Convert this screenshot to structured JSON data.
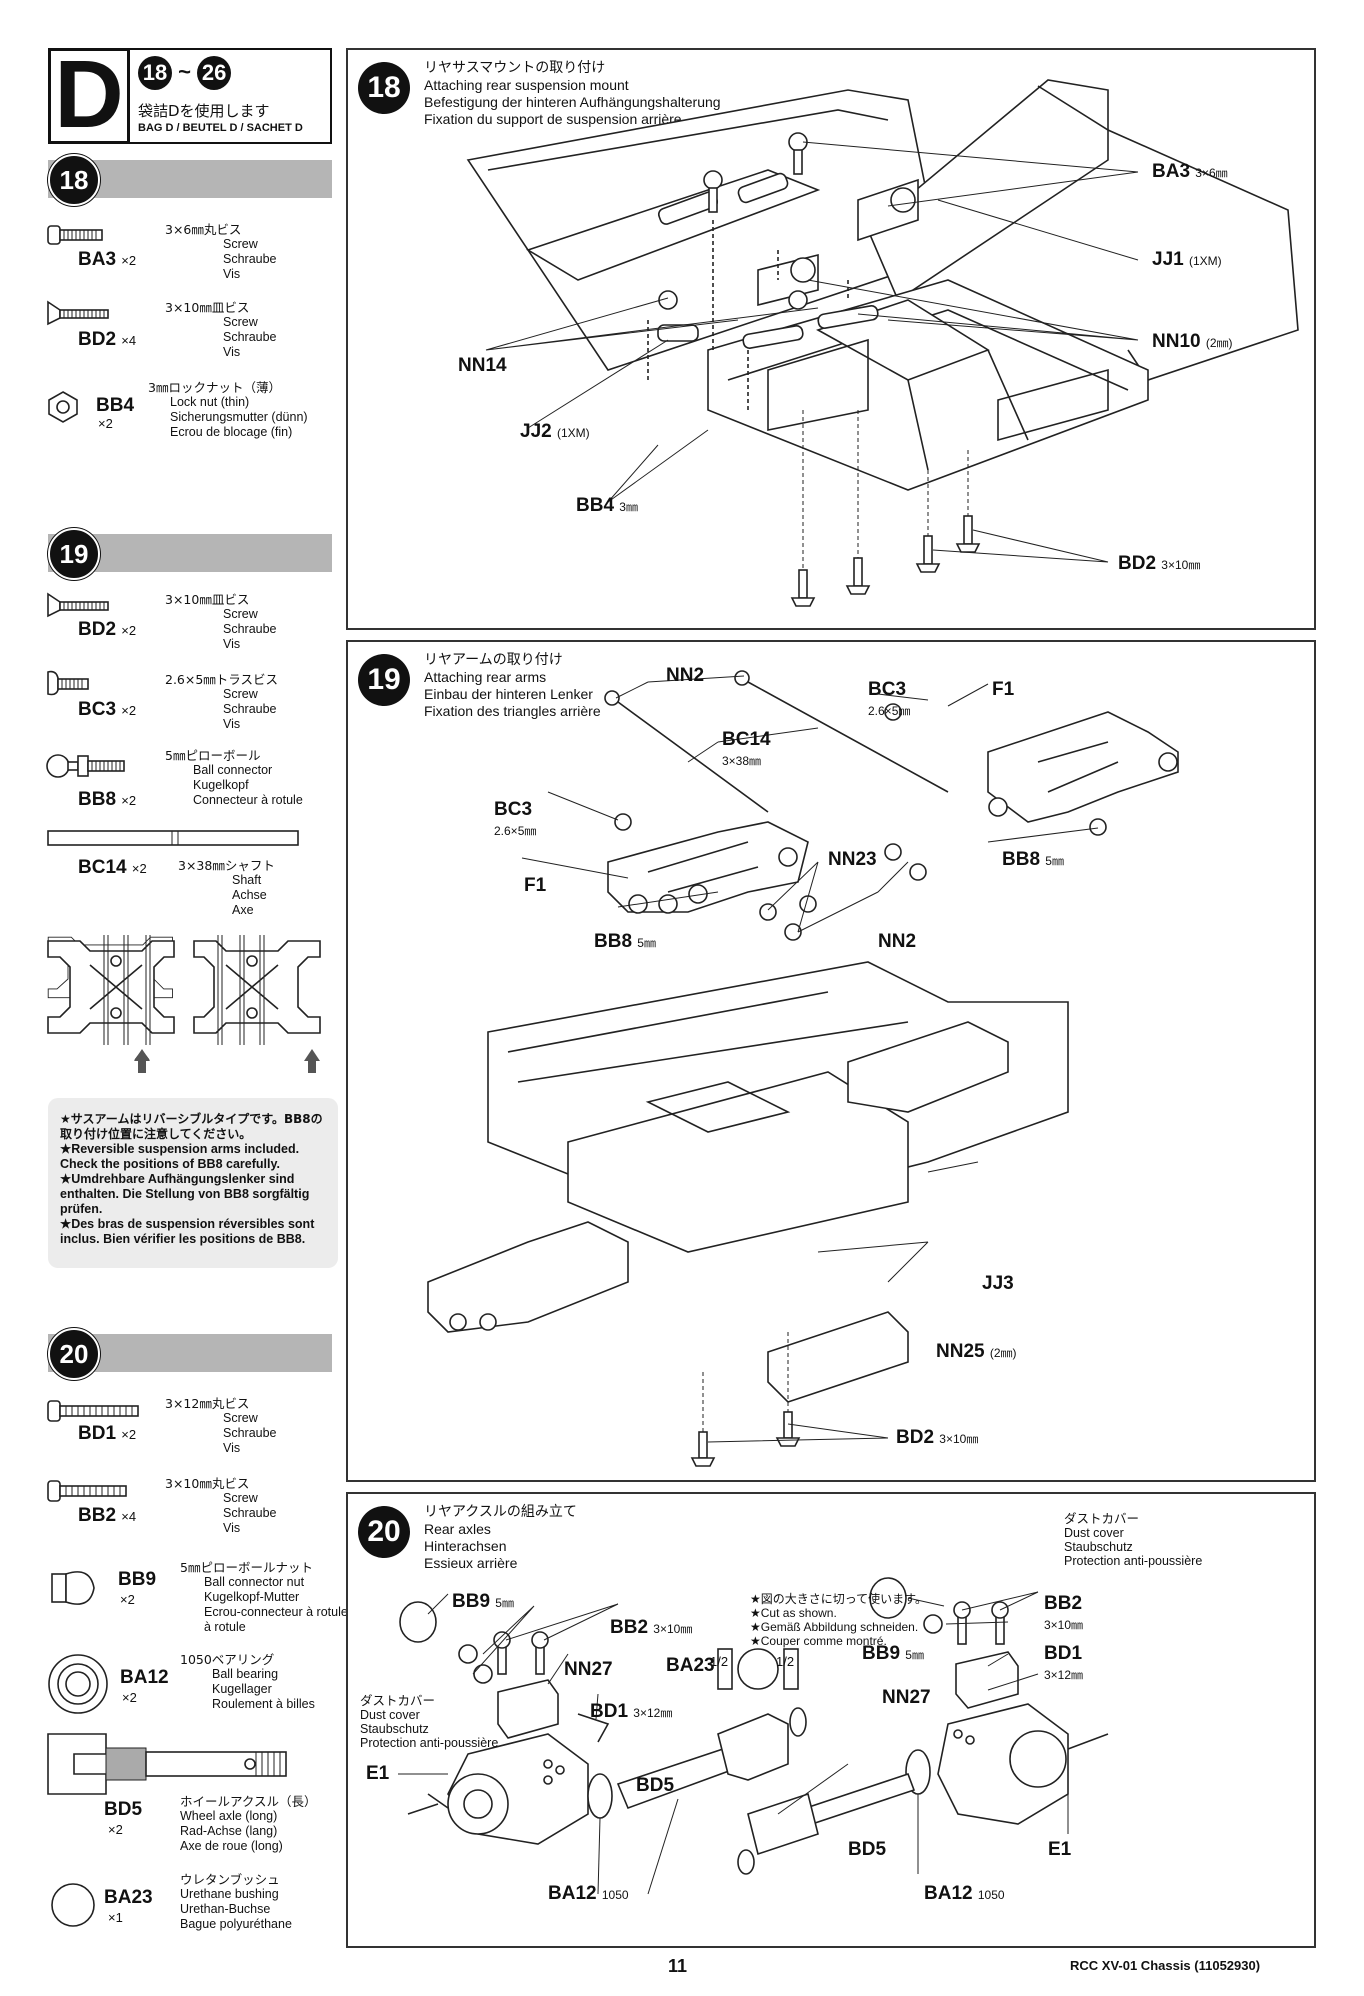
{
  "header": {
    "letter": "D",
    "step_from": "18",
    "step_to": "26",
    "tilde": "~",
    "bag_jp": "袋詰Dを使用します",
    "bag_en": "BAG D / BEUTEL D / SACHET D"
  },
  "sidebar": {
    "step18": {
      "number": "18",
      "parts": [
        {
          "code": "BA3",
          "qty": "×2",
          "size": "3×6㎜丸ビス",
          "en": "Screw",
          "de": "Schraube",
          "fr": "Vis"
        },
        {
          "code": "BD2",
          "qty": "×4",
          "size": "3×10㎜皿ビス",
          "en": "Screw",
          "de": "Schraube",
          "fr": "Vis"
        },
        {
          "code": "BB4",
          "qty": "×2",
          "size": "3㎜ロックナット（薄）",
          "en": "Lock nut (thin)",
          "de": "Sicherungsmutter (dünn)",
          "fr": "Ecrou de blocage (fin)"
        }
      ]
    },
    "step19": {
      "number": "19",
      "parts": [
        {
          "code": "BD2",
          "qty": "×2",
          "size": "3×10㎜皿ビス",
          "en": "Screw",
          "de": "Schraube",
          "fr": "Vis"
        },
        {
          "code": "BC3",
          "qty": "×2",
          "size": "2.6×5㎜トラスビス",
          "en": "Screw",
          "de": "Schraube",
          "fr": "Vis"
        },
        {
          "code": "BB8",
          "qty": "×2",
          "size": "5㎜ピローボール",
          "en": "Ball connector",
          "de": "Kugelkopf",
          "fr": "Connecteur à rotule"
        },
        {
          "code": "BC14",
          "qty": "×2",
          "size": "3×38㎜シャフト",
          "en": "Shaft",
          "de": "Achse",
          "fr": "Axe"
        }
      ],
      "note": [
        "★サスアームはリバーシブルタイプです。BB8の取り付け位置に注意してください。",
        "★Reversible suspension arms included. Check the positions of BB8 carefully.",
        "★Umdrehbare Aufhängungslenker sind enthalten. Die Stellung von BB8 sorgfältig prüfen.",
        "★Des bras de suspension réversibles sont inclus. Bien vérifier les positions de BB8."
      ]
    },
    "step20": {
      "number": "20",
      "parts": [
        {
          "code": "BD1",
          "qty": "×2",
          "size": "3×12㎜丸ビス",
          "en": "Screw",
          "de": "Schraube",
          "fr": "Vis"
        },
        {
          "code": "BB2",
          "qty": "×4",
          "size": "3×10㎜丸ビス",
          "en": "Screw",
          "de": "Schraube",
          "fr": "Vis"
        },
        {
          "code": "BB9",
          "qty": "×2",
          "size": "5㎜ピローボールナット",
          "en": "Ball connector nut",
          "de": "Kugelkopf-Mutter",
          "fr": "Ecrou-connecteur à rotule"
        },
        {
          "code": "BA12",
          "qty": "×2",
          "size": "1050ベアリング",
          "en": "Ball bearing",
          "de": "Kugellager",
          "fr": "Roulement à billes"
        },
        {
          "code": "BD5",
          "qty": "×2",
          "size": "ホイールアクスル（長）",
          "en": "Wheel axle (long)",
          "de": "Rad-Achse (lang)",
          "fr": "Axe de roue (long)"
        },
        {
          "code": "BA23",
          "qty": "×1",
          "size": "ウレタンブッシュ",
          "en": "Urethane bushing",
          "de": "Urethan-Buchse",
          "fr": "Bague polyuréthane"
        }
      ]
    }
  },
  "panels": {
    "p18": {
      "number": "18",
      "title_jp": "リヤサスマウントの取り付け",
      "title_en": "Attaching rear suspension mount",
      "title_de": "Befestigung der hinteren Aufhängungshalterung",
      "title_fr": "Fixation du support de suspension arrière",
      "labels": {
        "ba3": "BA3",
        "ba3_s": "3×6㎜",
        "jj1": "JJ1",
        "jj1_s": "(1XM)",
        "nn10": "NN10",
        "nn10_s": "(2㎜)",
        "nn14": "NN14",
        "jj2": "JJ2",
        "jj2_s": "(1XM)",
        "bb4": "BB4",
        "bb4_s": "3㎜",
        "bd2": "BD2",
        "bd2_s": "3×10㎜"
      }
    },
    "p19": {
      "number": "19",
      "title_jp": "リヤアームの取り付け",
      "title_en": "Attaching rear arms",
      "title_de": "Einbau der hinteren Lenker",
      "title_fr": "Fixation des triangles arrière",
      "labels": {
        "nn2a": "NN2",
        "bc3a": "BC3",
        "bc3a_s": "2.6×5㎜",
        "f1a": "F1",
        "bc14": "BC14",
        "bc14_s": "3×38㎜",
        "bc3b": "BC3",
        "bc3b_s": "2.6×5㎜",
        "nn23": "NN23",
        "bb8a": "BB8",
        "bb8a_s": "5㎜",
        "f1b": "F1",
        "bb8b": "BB8",
        "bb8b_s": "5㎜",
        "nn2b": "NN2",
        "jj3": "JJ3",
        "nn25": "NN25",
        "nn25_s": "(2㎜)",
        "bd2": "BD2",
        "bd2_s": "3×10㎜"
      }
    },
    "p20": {
      "number": "20",
      "title_jp": "リヤアクスルの組み立て",
      "title_en": "Rear axles",
      "title_de": "Hinterachsen",
      "title_fr": "Essieux arrière",
      "cover_jp": "ダストカバー",
      "cover_en": "Dust cover",
      "cover_de": "Staubschutz",
      "cover_fr": "Protection anti-poussière",
      "cut_jp": "★図の大きさに切って使います。",
      "cut_en": "★Cut as shown.",
      "cut_de": "★Gemäß Abbildung schneiden.",
      "cut_fr": "★Couper comme montré.",
      "half": "1/2",
      "labels": {
        "bb9": "BB9",
        "bb9_s": "5㎜",
        "bb2": "BB2",
        "bb2_s": "3×10㎜",
        "ba23": "BA23",
        "nn27": "NN27",
        "bd1": "BD1",
        "bd1_s": "3×12㎜",
        "e1": "E1",
        "bd5": "BD5",
        "ba12": "BA12",
        "ba12_s": "1050"
      }
    }
  },
  "footer": {
    "page": "11",
    "doc": "RCC XV-01 Chassis (11052930)"
  }
}
